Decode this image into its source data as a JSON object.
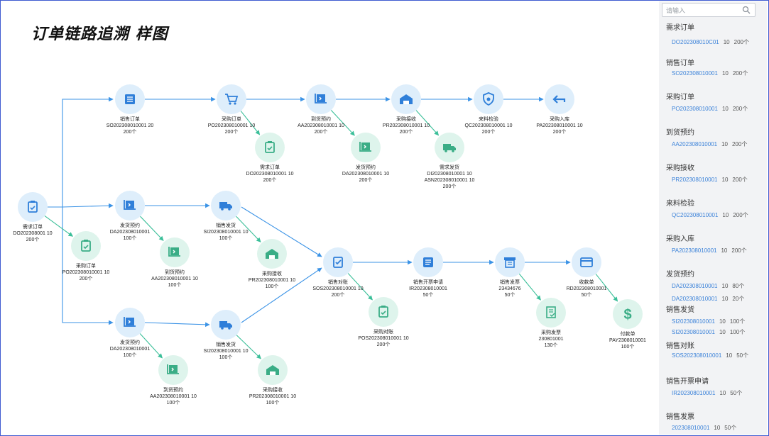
{
  "title": "订单链路追溯 样图",
  "colors": {
    "blue": "#3b93e6",
    "green": "#3bbf99",
    "line": "#3b93e6",
    "node_blue": "#deeefb",
    "node_green": "#def4ec",
    "icon_blue": "#2f7fd9",
    "icon_green": "#3aad86"
  },
  "search": {
    "placeholder": "请输入"
  },
  "sidebar": [
    {
      "title": "需求订单",
      "rows": [
        {
          "code": "DO202308010C01",
          "qty": "10",
          "cnt": "200个"
        }
      ]
    },
    {
      "title": "销售订单",
      "rows": [
        {
          "code": "SO202308010001",
          "qty": "10",
          "cnt": "200个"
        }
      ]
    },
    {
      "title": "采购订单",
      "rows": [
        {
          "code": "PO202308010001",
          "qty": "10",
          "cnt": "200个"
        }
      ]
    },
    {
      "title": "到货预约",
      "rows": [
        {
          "code": "AA202308010001",
          "qty": "10",
          "cnt": "200个"
        }
      ]
    },
    {
      "title": "采购接收",
      "rows": [
        {
          "code": "PR202308010001",
          "qty": "10",
          "cnt": "200个"
        }
      ]
    },
    {
      "title": "来料检验",
      "rows": [
        {
          "code": "QC202308010001",
          "qty": "10",
          "cnt": "200个"
        }
      ]
    },
    {
      "title": "采购入库",
      "rows": [
        {
          "code": "PA202308010001",
          "qty": "10",
          "cnt": "200个"
        }
      ]
    },
    {
      "title": "发货预约",
      "rows": [
        {
          "code": "DA202308010001",
          "qty": "10",
          "cnt": "80个"
        },
        {
          "code": "DA202308010001",
          "qty": "10",
          "cnt": "20个"
        }
      ]
    },
    {
      "title": "销售发货",
      "rows": [
        {
          "code": "SI202308010001",
          "qty": "10",
          "cnt": "100个"
        },
        {
          "code": "SI202308010001",
          "qty": "10",
          "cnt": "100个"
        }
      ]
    },
    {
      "title": "销售对账",
      "rows": [
        {
          "code": "SOS202308010001",
          "qty": "10",
          "cnt": "50个"
        }
      ]
    },
    {
      "title": "销售开票申请",
      "rows": [
        {
          "code": "IR202308010001",
          "qty": "10",
          "cnt": "50个"
        }
      ]
    },
    {
      "title": "销售发票",
      "rows": [
        {
          "code": "202308010001",
          "qty": "10",
          "cnt": "50个"
        }
      ]
    }
  ],
  "nodes": [
    {
      "id": "n0",
      "name": "需求订单",
      "lines": [
        "DO202308001 10",
        "200个"
      ],
      "color": "blue",
      "icon": "clipboard-icon"
    },
    {
      "id": "n1",
      "name": "销售订单",
      "lines": [
        "SO202308010001 20",
        "200个"
      ],
      "color": "blue",
      "icon": "list-icon"
    },
    {
      "id": "n2",
      "name": "采购订单",
      "lines": [
        "PO202308010001 10",
        "200个"
      ],
      "color": "blue",
      "icon": "cart-icon"
    },
    {
      "id": "n3",
      "name": "到货预约",
      "lines": [
        "AA202308010001 10",
        "200个"
      ],
      "color": "blue",
      "icon": "dolly-icon"
    },
    {
      "id": "n4",
      "name": "采购接收",
      "lines": [
        "PR202308010001 10",
        "200个"
      ],
      "color": "blue",
      "icon": "warehouse-icon"
    },
    {
      "id": "n5",
      "name": "来料检验",
      "lines": [
        "QC202308010001 10",
        "200个"
      ],
      "color": "blue",
      "icon": "shield-icon"
    },
    {
      "id": "n6",
      "name": "采购入库",
      "lines": [
        "PA202308010001 10",
        "200个"
      ],
      "color": "blue",
      "icon": "return-arrow-icon"
    },
    {
      "id": "n7",
      "name": "需求订单",
      "lines": [
        "DO202308010001 10",
        "200个"
      ],
      "color": "green",
      "icon": "clipboard-icon"
    },
    {
      "id": "n8",
      "name": "发货预约",
      "lines": [
        "DA202308010001 10",
        "200个"
      ],
      "color": "green",
      "icon": "dolly-icon"
    },
    {
      "id": "n9",
      "name": "需求发货",
      "lines": [
        "DI202308010001 10",
        "ASN202308010001 10",
        "200个"
      ],
      "color": "green",
      "icon": "truck-icon"
    },
    {
      "id": "n10",
      "name": "采购订单",
      "lines": [
        "PO202308010001 10",
        "200个"
      ],
      "color": "green",
      "icon": "clipboard-icon"
    },
    {
      "id": "n11",
      "name": "发货预约",
      "lines": [
        "DA202308010001",
        "100个"
      ],
      "color": "blue",
      "icon": "dolly-icon"
    },
    {
      "id": "n12",
      "name": "到货预约",
      "lines": [
        "AA202308010001 10",
        "100个"
      ],
      "color": "green",
      "icon": "dolly-icon"
    },
    {
      "id": "n13",
      "name": "销售发货",
      "lines": [
        "SI202308010001 10",
        "100个"
      ],
      "color": "blue",
      "icon": "truck-icon"
    },
    {
      "id": "n14",
      "name": "采购接收",
      "lines": [
        "PR202308010001 10",
        "100个"
      ],
      "color": "green",
      "icon": "warehouse-icon"
    },
    {
      "id": "n15",
      "name": "发货预约",
      "lines": [
        "DA202308010001",
        "100个"
      ],
      "color": "blue",
      "icon": "dolly-icon"
    },
    {
      "id": "n16",
      "name": "到货预约",
      "lines": [
        "AA202308010001 10",
        "100个"
      ],
      "color": "green",
      "icon": "dolly-icon"
    },
    {
      "id": "n17",
      "name": "销售发货",
      "lines": [
        "SI202308010001 10",
        "100个"
      ],
      "color": "blue",
      "icon": "truck-icon"
    },
    {
      "id": "n18",
      "name": "采购接收",
      "lines": [
        "PR202308010001 10",
        "100个"
      ],
      "color": "green",
      "icon": "warehouse-icon"
    },
    {
      "id": "n19",
      "name": "销售对账",
      "lines": [
        "SOS202308010001 10",
        "200个"
      ],
      "color": "blue",
      "icon": "checklist-icon"
    },
    {
      "id": "n20",
      "name": "采购对账",
      "lines": [
        "POS202308010001 10",
        "200个"
      ],
      "color": "green",
      "icon": "clipboard-icon"
    },
    {
      "id": "n21",
      "name": "销售开票申请",
      "lines": [
        "IR202308010001",
        "50个"
      ],
      "color": "blue",
      "icon": "document-icon"
    },
    {
      "id": "n22",
      "name": "销售发票",
      "lines": [
        "23434676",
        "50个"
      ],
      "color": "blue",
      "icon": "printer-icon"
    },
    {
      "id": "n23",
      "name": "采购发票",
      "lines": [
        "230801001",
        "130个"
      ],
      "color": "green",
      "icon": "invoice-icon"
    },
    {
      "id": "n24",
      "name": "收款单",
      "lines": [
        "RD202308010001",
        "50个"
      ],
      "color": "blue",
      "icon": "card-icon"
    },
    {
      "id": "n25",
      "name": "付款单",
      "lines": [
        "PAY2308010001",
        "100个"
      ],
      "color": "green",
      "icon": "dollar-icon"
    }
  ]
}
